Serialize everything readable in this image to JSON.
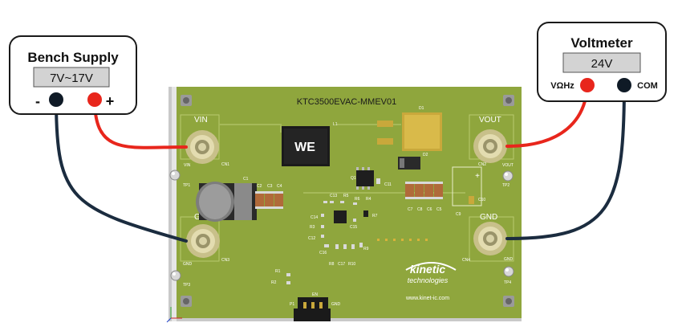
{
  "bench_supply": {
    "title": "Bench Supply",
    "display": "7V~17V",
    "neg_label": "-",
    "pos_label": "+"
  },
  "voltmeter": {
    "title": "Voltmeter",
    "display": "24V",
    "v_label": "VΩHz",
    "com_label": "COM"
  },
  "board": {
    "name": "KTC3500EVAC-MMEV01",
    "vin": "VIN",
    "gnd_left": "GND",
    "vout": "VOUT",
    "gnd_right": "GND",
    "en": "EN",
    "gnd_small": "GND",
    "url": "www.kinet-ic.com",
    "logo_line1": "kinetic",
    "logo_line2": "technologies",
    "inductor_logo": "WE",
    "refs": {
      "cn1": "CN1",
      "cn2": "CN2",
      "cn3": "CN3",
      "cn4": "CN4",
      "tp1": "TP1",
      "tp2": "TP2",
      "tp3": "TP3",
      "tp4": "TP4",
      "tp1_lbl": "VIN",
      "tp2_lbl": "VOUT",
      "tp3_lbl": "GND",
      "tp4_lbl": "GND",
      "c1": "C1",
      "c2": "C2",
      "c3": "C3",
      "c4": "C4",
      "c7": "C7",
      "c8": "C8",
      "c6": "C6",
      "c5": "C5",
      "c9": "C9",
      "c10": "C10",
      "c11": "C11",
      "c12": "C12",
      "c13": "C13",
      "c14": "C14",
      "c15": "C15",
      "c16": "C16",
      "c17": "C17",
      "r1": "R1",
      "r2": "R2",
      "r3": "R3",
      "r4": "R4",
      "r5": "R5",
      "r6": "R6",
      "r7": "R7",
      "r8": "R8",
      "r9": "R9",
      "r10": "R10",
      "d1": "D1",
      "d2": "D2",
      "q1": "Q1",
      "l1": "L1",
      "p1": "P1"
    }
  },
  "colors": {
    "board_green": "#8fa63d",
    "wire_red": "#e8261c",
    "wire_navy": "#1b2c3f"
  }
}
